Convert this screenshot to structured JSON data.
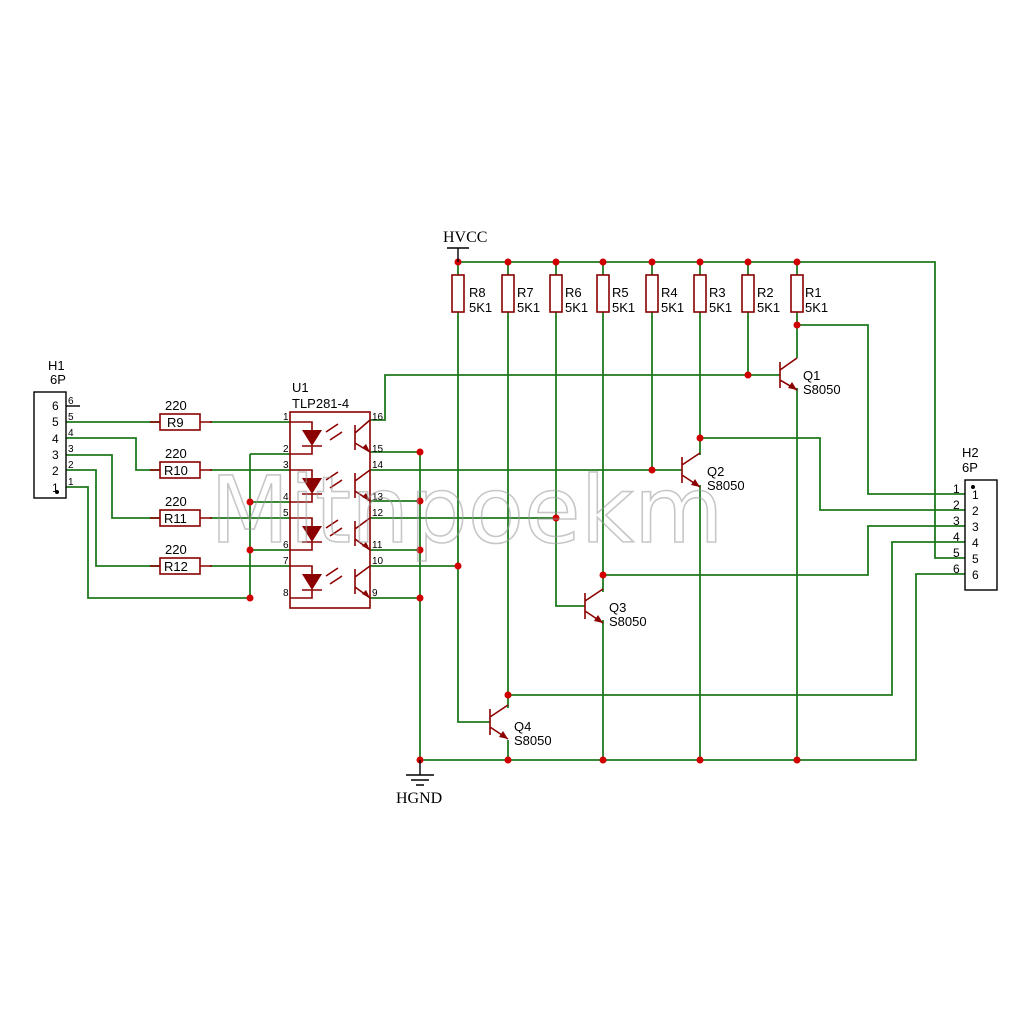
{
  "power": {
    "vcc": "HVCC",
    "gnd": "HGND"
  },
  "connector_h1": {
    "ref": "H1",
    "type": "6P",
    "pins": [
      "6",
      "5",
      "4",
      "3",
      "2",
      "1"
    ]
  },
  "connector_h2": {
    "ref": "H2",
    "type": "6P",
    "pins": [
      "1",
      "2",
      "3",
      "4",
      "5",
      "6"
    ]
  },
  "input_resistors": [
    {
      "ref": "R9",
      "value": "220"
    },
    {
      "ref": "R10",
      "value": "220"
    },
    {
      "ref": "R11",
      "value": "220"
    },
    {
      "ref": "R12",
      "value": "220"
    }
  ],
  "pullup_resistors": [
    {
      "ref": "R8",
      "value": "5K1"
    },
    {
      "ref": "R7",
      "value": "5K1"
    },
    {
      "ref": "R6",
      "value": "5K1"
    },
    {
      "ref": "R5",
      "value": "5K1"
    },
    {
      "ref": "R4",
      "value": "5K1"
    },
    {
      "ref": "R3",
      "value": "5K1"
    },
    {
      "ref": "R2",
      "value": "5K1"
    },
    {
      "ref": "R1",
      "value": "5K1"
    }
  ],
  "optocoupler": {
    "ref": "U1",
    "part": "TLP281-4",
    "pins_left": [
      "1",
      "2",
      "3",
      "4",
      "5",
      "6",
      "7",
      "8"
    ],
    "pins_right": [
      "16",
      "15",
      "14",
      "13",
      "12",
      "11",
      "10",
      "9"
    ]
  },
  "transistors": [
    {
      "ref": "Q1",
      "part": "S8050"
    },
    {
      "ref": "Q2",
      "part": "S8050"
    },
    {
      "ref": "Q3",
      "part": "S8050"
    },
    {
      "ref": "Q4",
      "part": "S8050"
    }
  ],
  "watermark": "Mitnpoekm"
}
